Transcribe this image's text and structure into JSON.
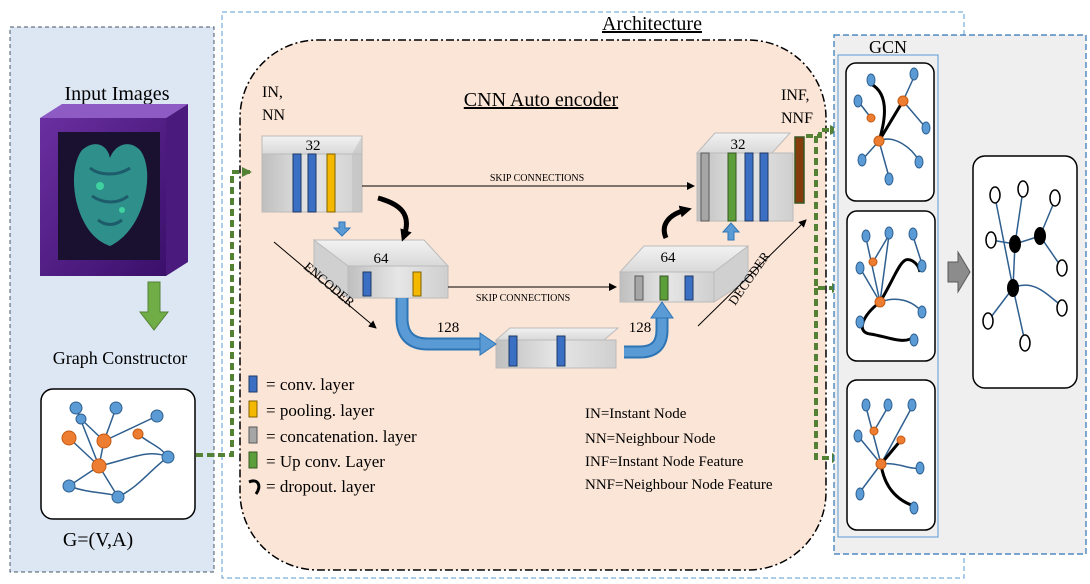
{
  "panels": {
    "input_title": "Input Images",
    "graph_constructor": "Graph Constructor",
    "graph_caption": "G=(V,A)",
    "architecture_title": "Architecture",
    "autoencoder_title": "CNN Auto encoder",
    "gcn_title": "GCN"
  },
  "io_labels": {
    "left_top": "IN,",
    "left_bottom": "NN",
    "right_top": "INF,",
    "right_bottom": "NNF"
  },
  "block_sizes": {
    "enc1": "32",
    "enc2": "64",
    "bottleneck_in": "128",
    "bottleneck_out": "128",
    "dec2": "64",
    "dec1": "32"
  },
  "path_labels": {
    "skip_top": "SKIP CONNECTIONS",
    "skip_mid": "SKIP CONNECTIONS",
    "encoder": "ENCODER",
    "decoder": "DECODER"
  },
  "legend": [
    {
      "text": "= conv. layer",
      "color": "#3a6fc4"
    },
    {
      "text": "= pooling. layer",
      "color": "#f5b800"
    },
    {
      "text": "= concatenation. layer",
      "color": "#a6a6a6"
    },
    {
      "text": "=  Up conv. Layer",
      "color": "#5c9e3a"
    },
    {
      "text": "=  dropout. layer",
      "color": "#000000"
    }
  ],
  "definitions": [
    "IN=Instant Node",
    "NN=Neighbour Node",
    "INF=Instant Node Feature",
    "NNF=Neighbour Node Feature"
  ],
  "colors": {
    "left_panel_bg": "#dde7f3",
    "autoencoder_bg": "#fbe5d6",
    "gcn_panel_bg": "#efefef",
    "conv": "#3a6fc4",
    "pooling": "#f5b800",
    "concat": "#a6a6a6",
    "upconv": "#5c9e3a",
    "arrow_green": "#70ad47",
    "node_blue": "#5b9bd5",
    "node_orange": "#ed7d31",
    "feature_bar": "#843c0c"
  }
}
